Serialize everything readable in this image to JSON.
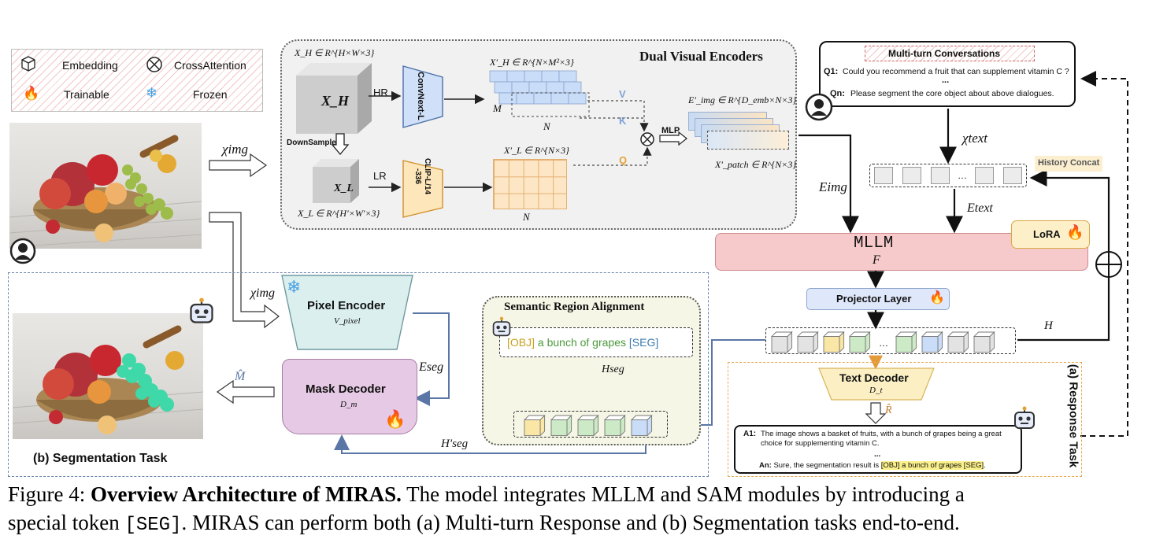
{
  "legend": {
    "embedding": "Embedding",
    "cross_attention": "CrossAttention",
    "trainable": "Trainable",
    "frozen": "Frozen"
  },
  "dual_encoders": {
    "title": "Dual Visual Encoders",
    "xh_dim": "X_H ∈ R^{H×W×3}",
    "xh": "X_H",
    "hr": "HR",
    "downsample": "DownSample",
    "xl": "X_L",
    "lr": "LR",
    "xl_dim": "X_L ∈ R^{H′×W′×3}",
    "convnext": "ConvNext-L",
    "clip": "CLIP-L/14 -336",
    "xph_dim": "X′_H ∈ R^{N×M²×3}",
    "m": "M",
    "n1": "N",
    "v": "V",
    "k": "K",
    "q": "Q",
    "xpl_dim": "X′_L ∈ R^{N×3}",
    "n2": "N",
    "mlp": "MLP",
    "eimg_dim": "E′_img ∈ R^{D_emb×N×3}",
    "xpatch_dim": "X′_patch ∈ R^{N×3}"
  },
  "conversation": {
    "title": "Multi-turn Conversations",
    "q1_tag": "Q1:",
    "q1": "Could you recommend a fruit that can supplement vitamin C ?",
    "dots": "...",
    "qn_tag": "Qn:",
    "qn": "Please segment the core object about above dialogues."
  },
  "flow": {
    "x_img_top": "χimg",
    "x_img_mid": "χimg",
    "x_text": "χtext",
    "e_img": "Eimg",
    "e_text": "Etext",
    "history_concat": "History Concat",
    "h": "H",
    "e_seg": "Eseg",
    "h_seg": "Hseg",
    "h_seg_prime": "H′seg",
    "m_hat": "M̂",
    "r_hat": "R̂"
  },
  "mllm": {
    "title": "MLLM",
    "symbol": "F",
    "lora": "LoRA",
    "projector": "Projector Layer"
  },
  "segmentation": {
    "pixel_encoder": "Pixel Encoder",
    "pixel_sym": "V_pixel",
    "mask_decoder": "Mask Decoder",
    "mask_sym": "D_m",
    "section_label": "(b) Segmentation Task",
    "sra_title": "Semantic Region Alignment",
    "sra_obj": "[OBJ]",
    "sra_mid": "a bunch of grapes",
    "sra_seg": "[SEG]"
  },
  "response": {
    "text_decoder": "Text Decoder",
    "td_sym": "D_t",
    "section_label": "(a) Response Task",
    "a1_tag": "A1:",
    "a1": "The image shows a basket of fruits, with a bunch of grapes being a great choice for supplementing vitamin C.",
    "dots": "...",
    "an_tag": "An:",
    "an_pre": "Sure, the segmentation result is",
    "an_hl": "[OBJ] a bunch of grapes [SEG]",
    "an_post": "."
  },
  "caption": {
    "prefix": "Figure 4: ",
    "bold": "Overview Architecture of MIRAS.",
    "rest1": " The model integrates MLLM and SAM modules by introducing a",
    "line2_pre": "special token ",
    "line2_code": "[SEG]",
    "line2_post": ". MIRAS can perform both (a) Multi-turn Response and (b) Segmentation tasks end-to-end."
  },
  "colors": {
    "mllm_fill": "#f6c9cb",
    "projector_fill": "#dfe8fb",
    "pixel_encoder_fill": "#dcefef",
    "mask_decoder_fill": "#e6c9e4",
    "text_decoder_fill": "#fbefc3",
    "lora_fill": "#fdf0c9",
    "blue_cube": "#c9ddf8",
    "yellow_cube": "#fbe7a5",
    "green_cube": "#cdeac6",
    "gray_cube": "#e3e3e3"
  }
}
